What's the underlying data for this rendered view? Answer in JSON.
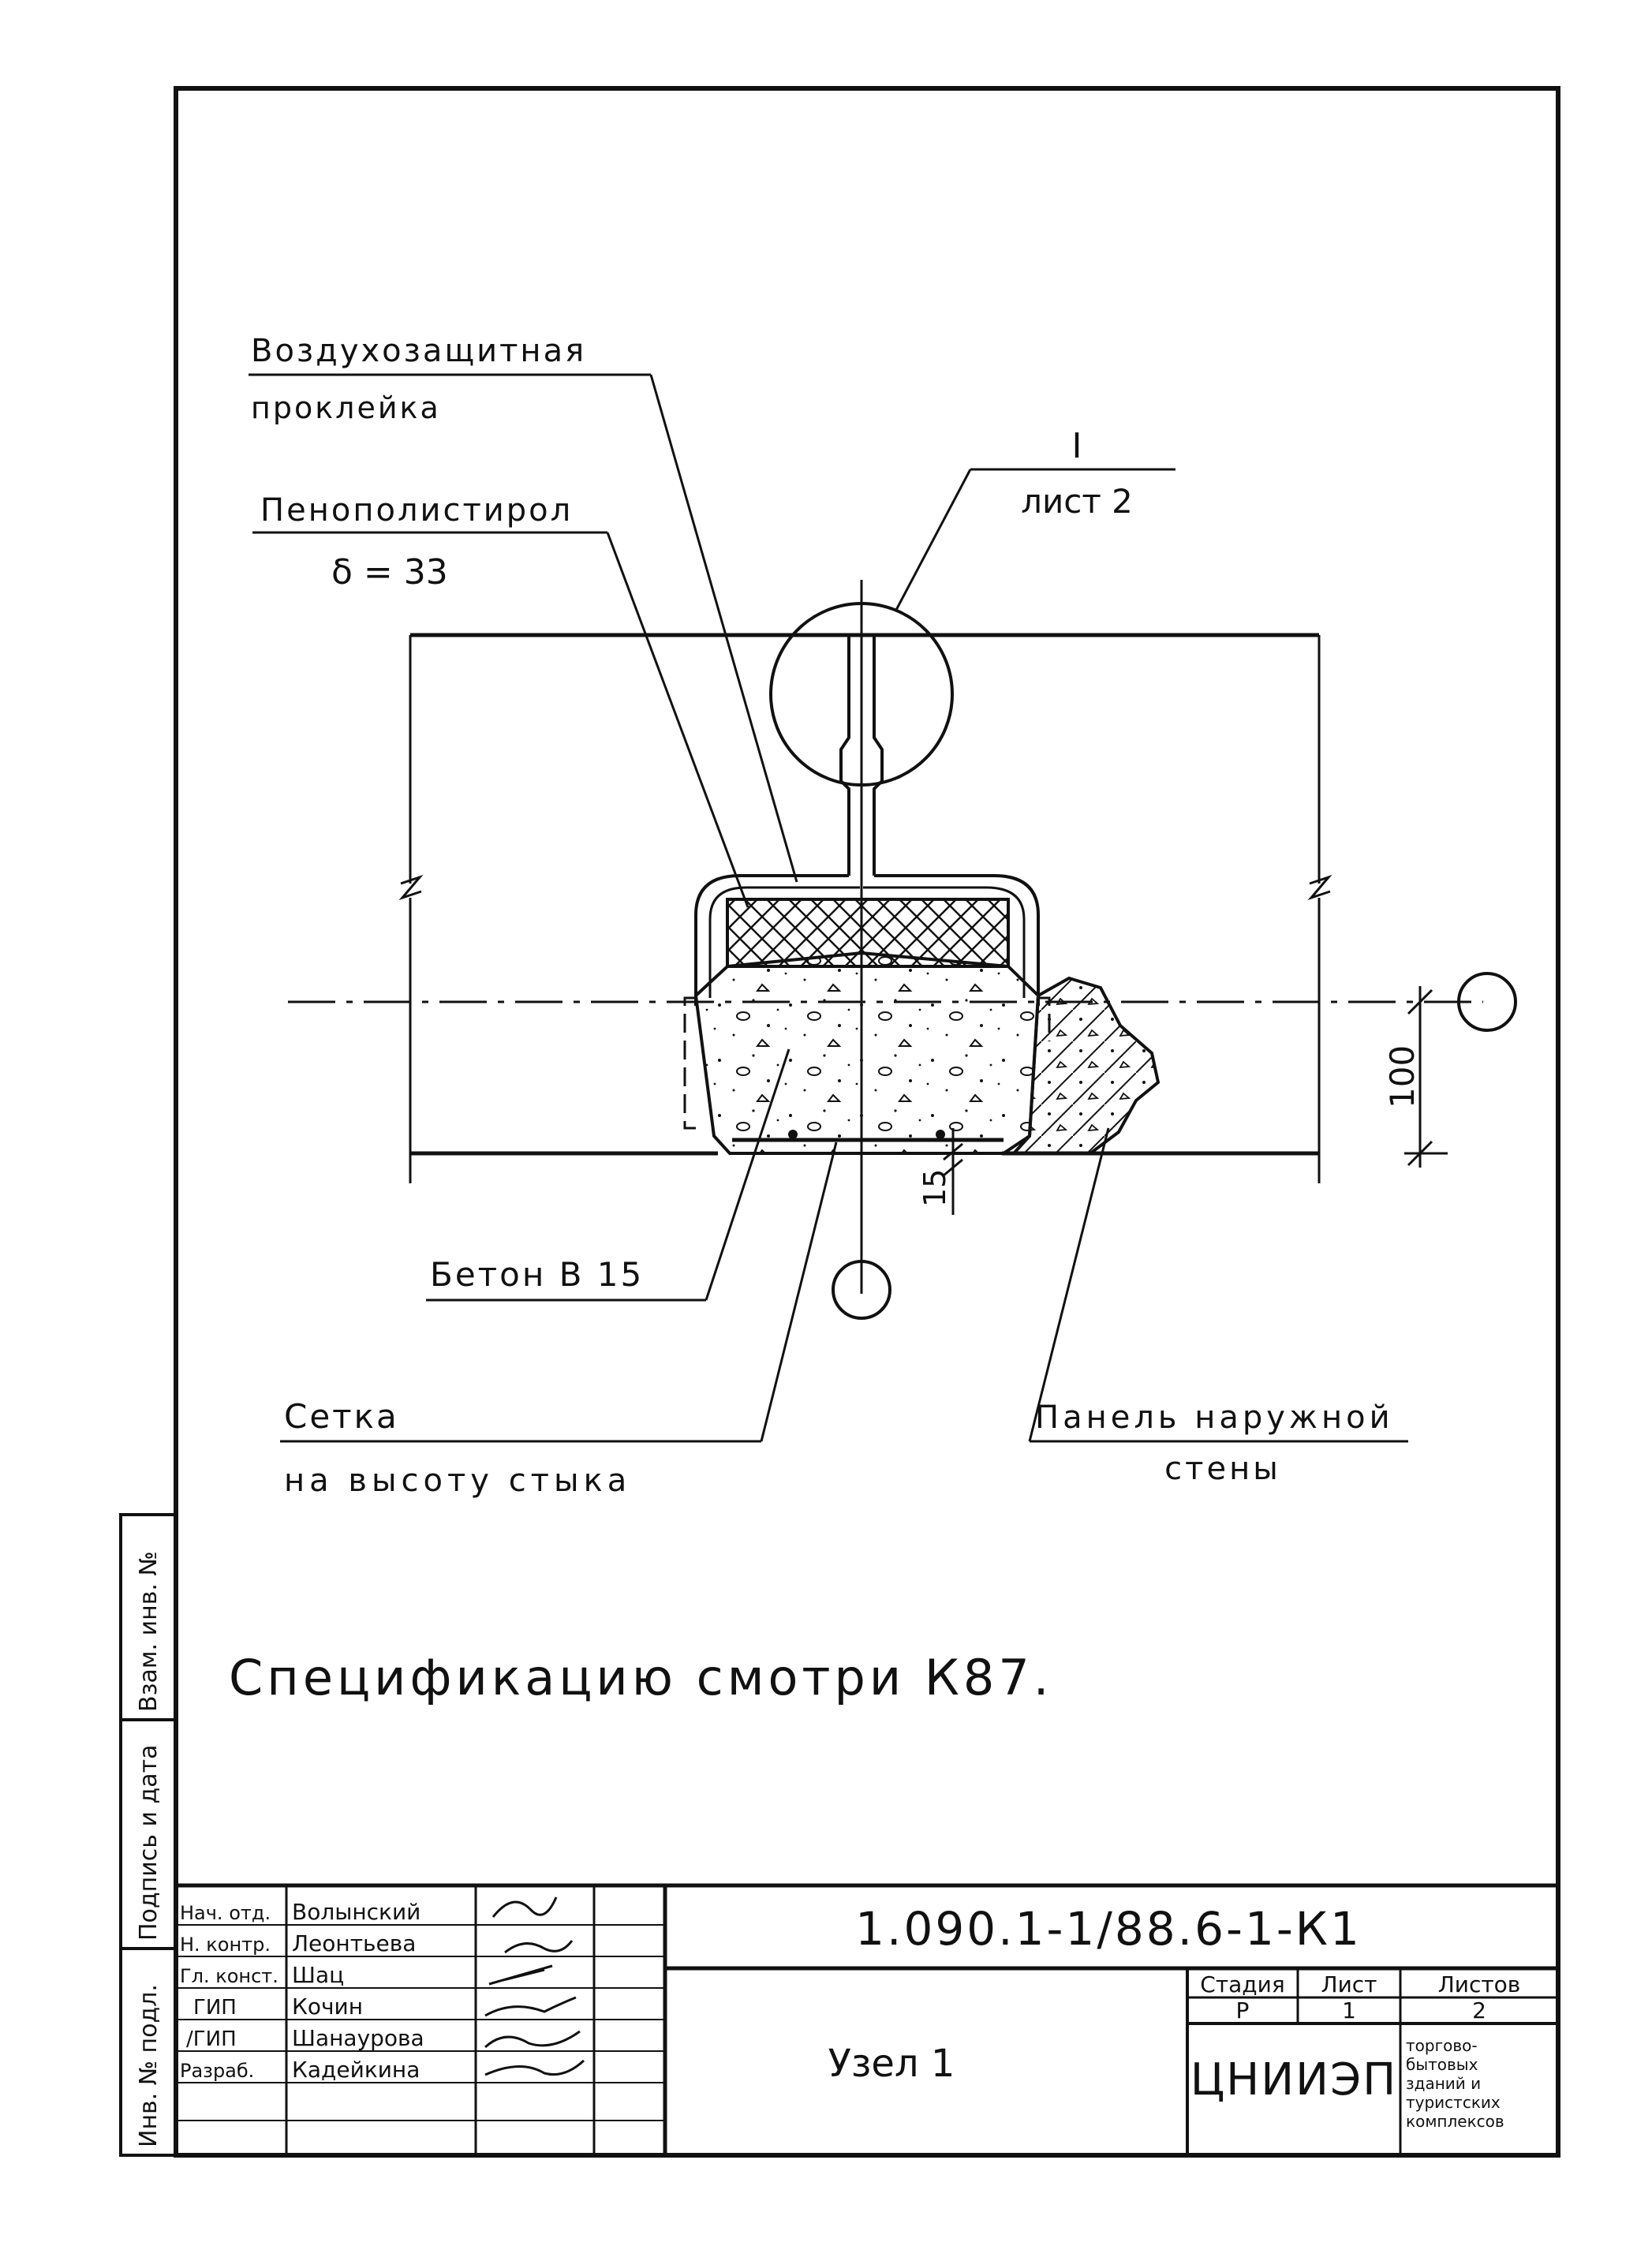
{
  "labels": {
    "air_barrier_line1": "Воздухозащитная",
    "air_barrier_line2": "проклейка",
    "foam_line1": "Пенополистирол",
    "foam_line2": "δ = 33",
    "detail_ref_number": "I",
    "detail_ref_sheet": "лист 2",
    "concrete": "Бетон В 15",
    "mesh_line1": "Сетка",
    "mesh_line2": "на высоту стыка",
    "panel_line1": "Панель наружной",
    "panel_line2": "стены"
  },
  "dimensions": {
    "height_100": "100",
    "offset_15": "15"
  },
  "note": "Спецификацию смотри К87.",
  "side_stamp": {
    "inv_podl": "Инв. № подл.",
    "podpis_data": "Подпись и дата",
    "vzam_inv": "Взам. инв. №"
  },
  "title_block": {
    "document_code": "1.090.1-1/88.6-1-К1",
    "roles": [
      "Нач. отд.",
      "Н. контр.",
      "Гл. конст.",
      "ГИП",
      "/ГИП",
      "Разраб."
    ],
    "names": [
      "Волынский",
      "Леонтьева",
      "Шац",
      "Кочин",
      "Шанаурова",
      "Кадейкина"
    ],
    "drawing_name": "Узел 1",
    "stage_header": "Стадия",
    "stage_value": "Р",
    "sheet_header": "Лист",
    "sheet_value": "1",
    "sheets_header": "Листов",
    "sheets_value": "2",
    "organization": "ЦНИИЭП",
    "org_desc": [
      "торгово-",
      "бытовых",
      "зданий и",
      "туристских",
      "комплексов"
    ]
  }
}
